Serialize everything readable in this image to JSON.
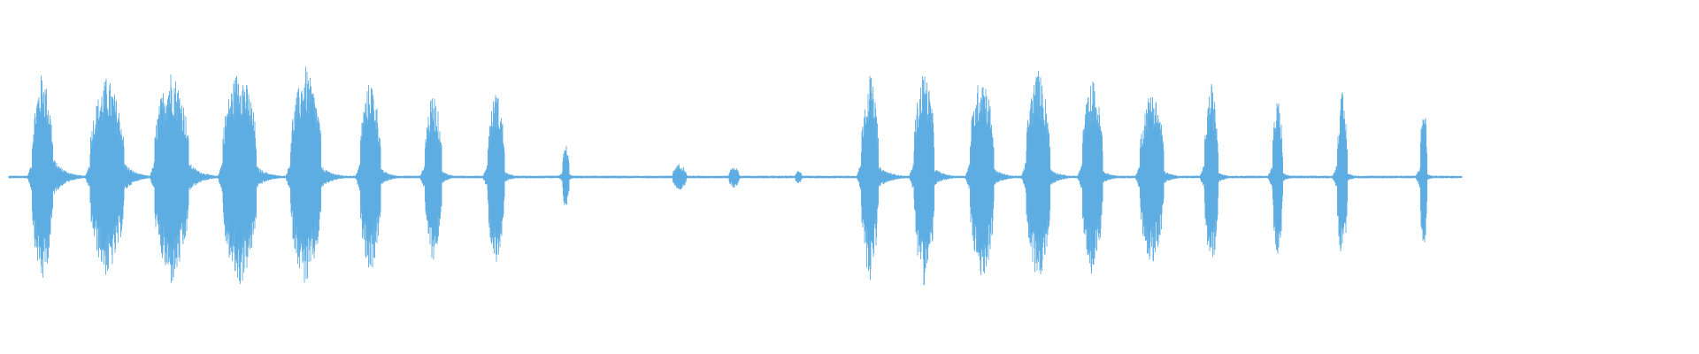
{
  "waveform": {
    "color": "#5DADE2",
    "background": "#ffffff",
    "duration_units": 1.0,
    "baseline_amplitude": 0.012,
    "bursts": [
      {
        "t": 0.025,
        "w": 0.006,
        "amp": 0.95,
        "decay": 0.02,
        "tail": 0.18
      },
      {
        "t": 0.063,
        "w": 0.01,
        "amp": 0.9,
        "decay": 0.018,
        "tail": 0.14
      },
      {
        "t": 0.101,
        "w": 0.01,
        "amp": 0.97,
        "decay": 0.02,
        "tail": 0.14
      },
      {
        "t": 0.141,
        "w": 0.01,
        "amp": 0.99,
        "decay": 0.02,
        "tail": 0.1
      },
      {
        "t": 0.18,
        "w": 0.009,
        "amp": 0.98,
        "decay": 0.02,
        "tail": 0.1
      },
      {
        "t": 0.218,
        "w": 0.006,
        "amp": 0.88,
        "decay": 0.016,
        "tail": 0.08
      },
      {
        "t": 0.255,
        "w": 0.005,
        "amp": 0.76,
        "decay": 0.014,
        "tail": 0.06
      },
      {
        "t": 0.292,
        "w": 0.005,
        "amp": 0.78,
        "decay": 0.014,
        "tail": 0.05
      },
      {
        "t": 0.333,
        "w": 0.002,
        "amp": 0.3,
        "decay": 0.008,
        "tail": 0.03
      },
      {
        "t": 0.4,
        "w": 0.004,
        "amp": 0.12,
        "decay": 0.006,
        "tail": 0.02
      },
      {
        "t": 0.432,
        "w": 0.003,
        "amp": 0.1,
        "decay": 0.006,
        "tail": 0.02
      },
      {
        "t": 0.47,
        "w": 0.002,
        "amp": 0.06,
        "decay": 0.004,
        "tail": 0.01
      },
      {
        "t": 0.512,
        "w": 0.005,
        "amp": 0.93,
        "decay": 0.022,
        "tail": 0.1
      },
      {
        "t": 0.544,
        "w": 0.006,
        "amp": 0.97,
        "decay": 0.018,
        "tail": 0.08
      },
      {
        "t": 0.578,
        "w": 0.007,
        "amp": 0.95,
        "decay": 0.018,
        "tail": 0.08
      },
      {
        "t": 0.611,
        "w": 0.007,
        "amp": 0.97,
        "decay": 0.018,
        "tail": 0.08
      },
      {
        "t": 0.643,
        "w": 0.006,
        "amp": 0.88,
        "decay": 0.016,
        "tail": 0.06
      },
      {
        "t": 0.678,
        "w": 0.007,
        "amp": 0.8,
        "decay": 0.016,
        "tail": 0.06
      },
      {
        "t": 0.713,
        "w": 0.004,
        "amp": 0.83,
        "decay": 0.014,
        "tail": 0.05
      },
      {
        "t": 0.752,
        "w": 0.003,
        "amp": 0.72,
        "decay": 0.012,
        "tail": 0.04
      },
      {
        "t": 0.79,
        "w": 0.003,
        "amp": 0.76,
        "decay": 0.012,
        "tail": 0.04
      },
      {
        "t": 0.838,
        "w": 0.002,
        "amp": 0.7,
        "decay": 0.01,
        "tail": 0.03
      }
    ]
  }
}
